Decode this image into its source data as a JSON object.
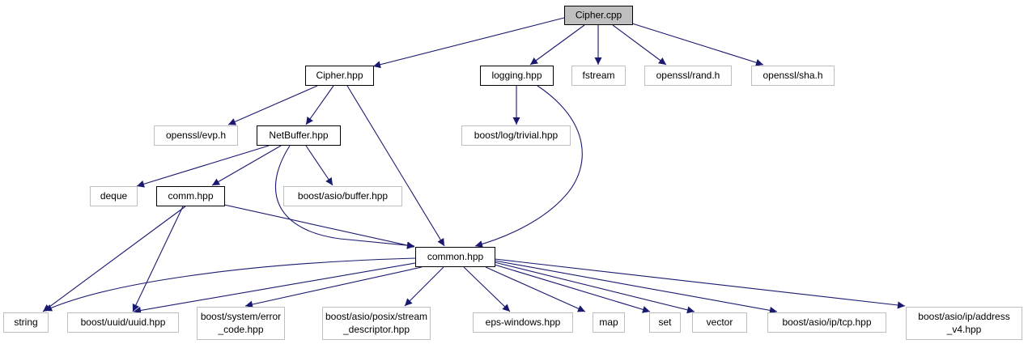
{
  "diagram": {
    "title": "Include dependency graph for Cipher.cpp",
    "edge_color": "#191970",
    "root_fill": "#bfbfbf",
    "nodes": [
      {
        "id": "cipher_cpp",
        "label": [
          "Cipher.cpp"
        ],
        "kind": "root"
      },
      {
        "id": "cipher_hpp",
        "label": [
          "Cipher.hpp"
        ],
        "kind": "documented"
      },
      {
        "id": "logging_hpp",
        "label": [
          "logging.hpp"
        ],
        "kind": "documented"
      },
      {
        "id": "fstream",
        "label": [
          "fstream"
        ],
        "kind": "external"
      },
      {
        "id": "openssl_rand",
        "label": [
          "openssl/rand.h"
        ],
        "kind": "external"
      },
      {
        "id": "openssl_sha",
        "label": [
          "openssl/sha.h"
        ],
        "kind": "external"
      },
      {
        "id": "openssl_evp",
        "label": [
          "openssl/evp.h"
        ],
        "kind": "external"
      },
      {
        "id": "netbuffer_hpp",
        "label": [
          "NetBuffer.hpp"
        ],
        "kind": "documented"
      },
      {
        "id": "boost_log_trivial",
        "label": [
          "boost/log/trivial.hpp"
        ],
        "kind": "external"
      },
      {
        "id": "deque",
        "label": [
          "deque"
        ],
        "kind": "external"
      },
      {
        "id": "comm_hpp",
        "label": [
          "comm.hpp"
        ],
        "kind": "documented"
      },
      {
        "id": "boost_asio_buffer",
        "label": [
          "boost/asio/buffer.hpp"
        ],
        "kind": "external"
      },
      {
        "id": "common_hpp",
        "label": [
          "common.hpp"
        ],
        "kind": "documented"
      },
      {
        "id": "string",
        "label": [
          "string"
        ],
        "kind": "external"
      },
      {
        "id": "boost_uuid",
        "label": [
          "boost/uuid/uuid.hpp"
        ],
        "kind": "external"
      },
      {
        "id": "boost_system_error",
        "label": [
          "boost/system/error",
          "_code.hpp"
        ],
        "kind": "external"
      },
      {
        "id": "boost_asio_posix",
        "label": [
          "boost/asio/posix/stream",
          "_descriptor.hpp"
        ],
        "kind": "external"
      },
      {
        "id": "eps_windows",
        "label": [
          "eps-windows.hpp"
        ],
        "kind": "external"
      },
      {
        "id": "map",
        "label": [
          "map"
        ],
        "kind": "external"
      },
      {
        "id": "set",
        "label": [
          "set"
        ],
        "kind": "external"
      },
      {
        "id": "vector",
        "label": [
          "vector"
        ],
        "kind": "external"
      },
      {
        "id": "boost_asio_tcp",
        "label": [
          "boost/asio/ip/tcp.hpp"
        ],
        "kind": "external"
      },
      {
        "id": "boost_asio_addr",
        "label": [
          "boost/asio/ip/address",
          "_v4.hpp"
        ],
        "kind": "external"
      }
    ],
    "edges": [
      [
        "cipher_cpp",
        "cipher_hpp"
      ],
      [
        "cipher_cpp",
        "logging_hpp"
      ],
      [
        "cipher_cpp",
        "fstream"
      ],
      [
        "cipher_cpp",
        "openssl_rand"
      ],
      [
        "cipher_cpp",
        "openssl_sha"
      ],
      [
        "cipher_hpp",
        "openssl_evp"
      ],
      [
        "cipher_hpp",
        "netbuffer_hpp"
      ],
      [
        "cipher_hpp",
        "common_hpp"
      ],
      [
        "logging_hpp",
        "boost_log_trivial"
      ],
      [
        "logging_hpp",
        "common_hpp"
      ],
      [
        "netbuffer_hpp",
        "deque"
      ],
      [
        "netbuffer_hpp",
        "comm_hpp"
      ],
      [
        "netbuffer_hpp",
        "boost_asio_buffer"
      ],
      [
        "netbuffer_hpp",
        "common_hpp"
      ],
      [
        "comm_hpp",
        "common_hpp"
      ],
      [
        "comm_hpp",
        "string"
      ],
      [
        "comm_hpp",
        "boost_uuid"
      ],
      [
        "common_hpp",
        "string"
      ],
      [
        "common_hpp",
        "boost_uuid"
      ],
      [
        "common_hpp",
        "boost_system_error"
      ],
      [
        "common_hpp",
        "boost_asio_posix"
      ],
      [
        "common_hpp",
        "eps_windows"
      ],
      [
        "common_hpp",
        "map"
      ],
      [
        "common_hpp",
        "set"
      ],
      [
        "common_hpp",
        "vector"
      ],
      [
        "common_hpp",
        "boost_asio_tcp"
      ],
      [
        "common_hpp",
        "boost_asio_addr"
      ]
    ]
  }
}
